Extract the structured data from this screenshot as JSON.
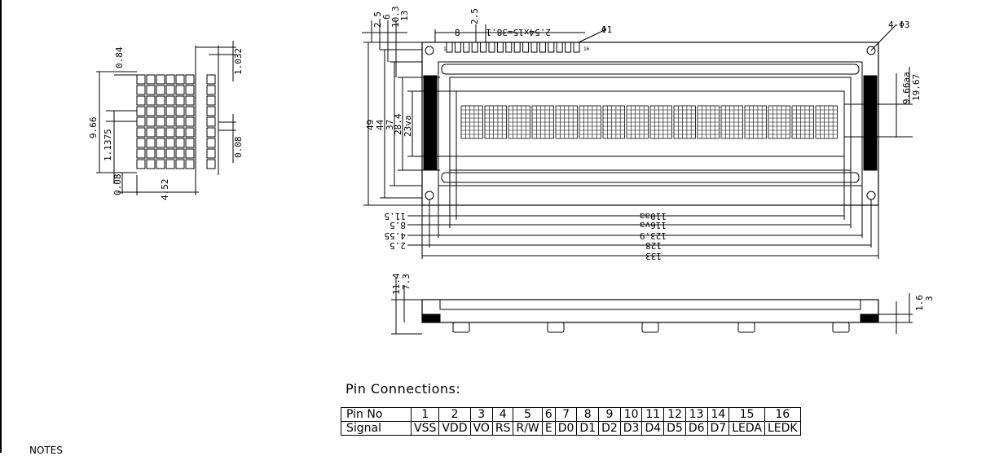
{
  "pin_section": {
    "title": "Pin Connections:",
    "row_labels": [
      "Pin No",
      "Signal"
    ],
    "pins": [
      {
        "no": "1",
        "signal": "VSS"
      },
      {
        "no": "2",
        "signal": "VDD"
      },
      {
        "no": "3",
        "signal": "VO"
      },
      {
        "no": "4",
        "signal": "RS"
      },
      {
        "no": "5",
        "signal": "R/W"
      },
      {
        "no": "6",
        "signal": "E"
      },
      {
        "no": "7",
        "signal": "D0"
      },
      {
        "no": "8",
        "signal": "D1"
      },
      {
        "no": "9",
        "signal": "D2"
      },
      {
        "no": "10",
        "signal": "D3"
      },
      {
        "no": "11",
        "signal": "D4"
      },
      {
        "no": "12",
        "signal": "D5"
      },
      {
        "no": "13",
        "signal": "D6"
      },
      {
        "no": "14",
        "signal": "D7"
      },
      {
        "no": "15",
        "signal": "LEDA"
      },
      {
        "no": "16",
        "signal": "LEDK"
      }
    ]
  },
  "notes_label": "NOTES",
  "char_detail": {
    "pitch_h": "0.84",
    "height": "9.66",
    "dot_pitch": "1.1375",
    "gap_a": "0.08",
    "gap_b": "0.08",
    "width": "4.52",
    "dot_w": "1.032"
  },
  "top_view": {
    "d_25a": "2.5",
    "d_6": "6",
    "d_103": "10.3",
    "d_13": "13",
    "d_8": "8",
    "d_25b": "2.5",
    "pin_pitch": "2.54x15=38.1",
    "hole_pin": "Φ1",
    "hole_mount": "4-Φ3",
    "pin1": "1",
    "pin16": "16",
    "h_49": "49",
    "h_44": "44",
    "h_37": "37",
    "h_284": "28.4",
    "h_23va": "23va",
    "r_966aa": "9.66aa",
    "r_1967": "19.67",
    "w_115": "11.5",
    "w_85": "8.5",
    "w_455": "4.55",
    "w_25": "2.5",
    "w_110aa": "110aa",
    "w_116va": "116va",
    "w_1239": "123.9",
    "w_128": "128",
    "w_133": "133"
  },
  "side_view": {
    "s_114": "11.4",
    "s_73": "7.3",
    "s_16": "1.6",
    "s_3": "3"
  }
}
